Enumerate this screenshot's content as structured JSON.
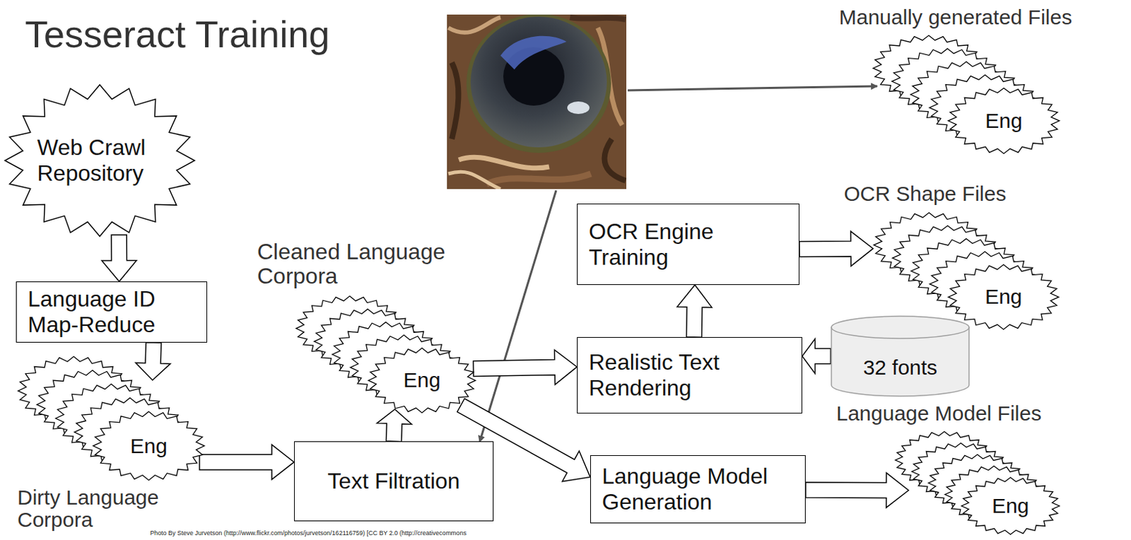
{
  "diagram": {
    "title": "Tesseract Training",
    "nodes": [
      {
        "text": [
          "Web Crawl Repository"
        ]
      },
      {
        "text": [
          "Language ID Map-Reduce"
        ]
      },
      {
        "text": [
          "Dirty Language Corpora",
          "Eng"
        ]
      },
      {
        "text": [
          "Text Filtration"
        ]
      },
      {
        "text": [
          "Cleaned Language Corpora",
          "Eng"
        ]
      },
      {
        "text": [
          "Realistic Text Rendering"
        ]
      },
      {
        "text": [
          "32 fonts"
        ]
      },
      {
        "text": [
          "OCR Engine Training"
        ]
      },
      {
        "text": [
          "Language Model Generation"
        ]
      },
      {
        "text": [
          "Manually generated Files",
          "Eng"
        ]
      },
      {
        "text": [
          "OCR Shape Files",
          "Eng"
        ]
      },
      {
        "text": [
          "Language Model Files",
          "Eng"
        ]
      }
    ],
    "edges": [
      {
        "from": 0,
        "to": 1,
        "arrow": "to"
      },
      {
        "from": 1,
        "to": 2,
        "arrow": "to"
      },
      {
        "from": 2,
        "to": 3,
        "arrow": "to"
      },
      {
        "from": 3,
        "to": 4,
        "arrow": "to"
      },
      {
        "from": 4,
        "to": 5,
        "arrow": "to"
      },
      {
        "from": 4,
        "to": 8,
        "arrow": "to"
      },
      {
        "from": 6,
        "to": 5,
        "arrow": "to"
      },
      {
        "from": 5,
        "to": 7,
        "arrow": "to"
      },
      {
        "from": 7,
        "to": 10,
        "arrow": "to"
      },
      {
        "from": 8,
        "to": 11,
        "arrow": "to"
      }
    ],
    "labels": [
      "Photo By Steve Jurvetson (http://www.flickr.com/photos/jurvetson/162116759) [CC BY 2.0 (http://creativecommons"
    ]
  }
}
